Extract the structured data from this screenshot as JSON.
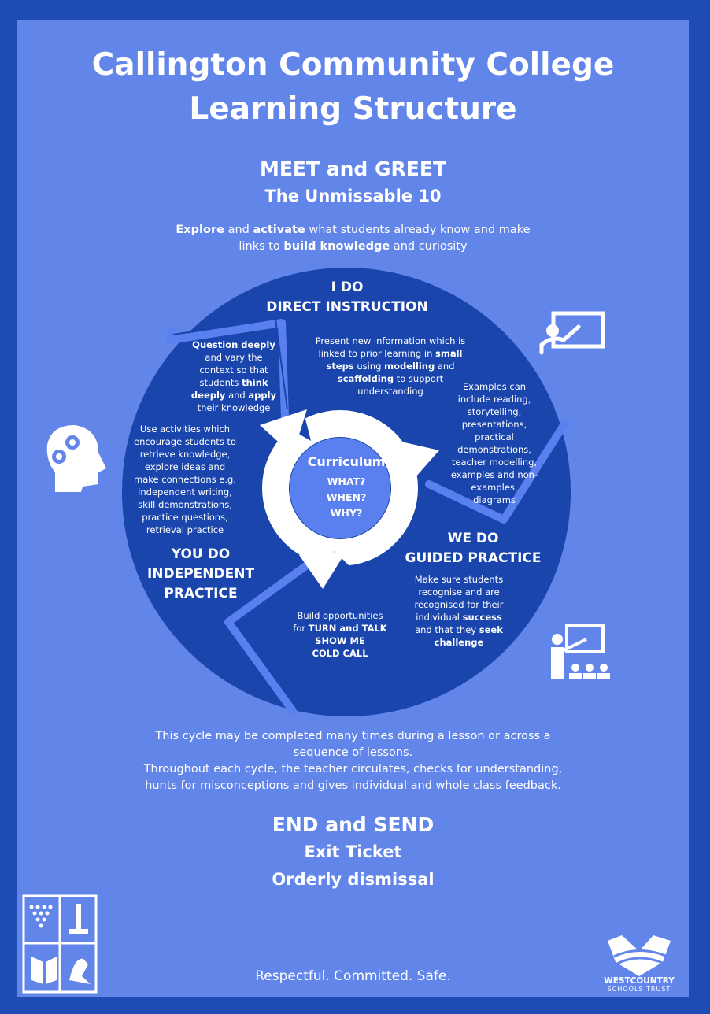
{
  "header": {
    "title_line1": "Callington Community College",
    "title_line2": "Learning Structure"
  },
  "meet": {
    "heading": "MEET and GREET",
    "sub": "The Unmissable 10"
  },
  "explore": {
    "line1_b1": "Explore",
    "line1_t1": " and ",
    "line1_b2": "activate",
    "line1_t2": " what students already know and make",
    "line2_t1": "links to ",
    "line2_b1": "build knowledge",
    "line2_t2": " and curiosity"
  },
  "ido": {
    "label1": "I DO",
    "label2": "DIRECT INSTRUCTION",
    "l1": "Present new information which is",
    "l2a": "linked to prior learning in ",
    "l2b": "small",
    "l3a": "steps",
    "l3b": " using ",
    "l3c": "modelling",
    "l3d": " and",
    "l4a": "scaffolding",
    "l4b": " to support",
    "l5": "understanding"
  },
  "examples": {
    "lines": [
      "Examples can",
      "include  reading,",
      "storytelling,",
      "presentations,",
      "practical",
      "demonstrations,",
      "teacher modelling,",
      "examples and non-",
      "examples,",
      "diagrams"
    ]
  },
  "question": {
    "l1": "Question deeply",
    "l2": "and vary the",
    "l3": "context so that",
    "l4a": "students ",
    "l4b": "think",
    "l5a": "deeply",
    "l5b": " and ",
    "l5c": "apply",
    "l6": "their knowledge"
  },
  "activities": {
    "lines": [
      "Use activities which",
      "encourage students to",
      "retrieve knowledge,",
      "explore ideas and",
      "make connections e.g.",
      "independent writing,",
      "skill demonstrations,",
      "practice questions,",
      "retrieval practice"
    ]
  },
  "curriculum": {
    "title": "Curriculum",
    "q1": "WHAT?",
    "q2": "WHEN?",
    "q3": "WHY?"
  },
  "youdo": {
    "l1": "YOU DO",
    "l2": "INDEPENDENT",
    "l3": "PRACTICE"
  },
  "wedo": {
    "label1": "WE DO",
    "label2": "GUIDED PRACTICE",
    "l1": "Make sure students",
    "l2": "recognise and are",
    "l3": "recognised for their",
    "l4a": "individual ",
    "l4b": "success",
    "l5a": "and that they ",
    "l5b": "seek",
    "l6": "challenge"
  },
  "build": {
    "l1": "Build opportunities",
    "l2a": "for ",
    "l2b": "TURN and TALK",
    "l3": "SHOW ME",
    "l4": "COLD CALL"
  },
  "cycle_note": {
    "l1": "This cycle may be completed many times during a lesson or across a",
    "l2": "sequence of lessons.",
    "l3": "Throughout each cycle, the teacher circulates, checks for understanding,",
    "l4": "hunts for misconceptions and gives individual and whole class feedback."
  },
  "end": {
    "heading": "END and SEND",
    "l1": "Exit Ticket",
    "l2": "Orderly dismissal"
  },
  "footer": {
    "motto": "Respectful.  Committed. Safe.",
    "trust1": "WESTCOUNTRY",
    "trust2": "SCHOOLS TRUST"
  },
  "colors": {
    "border": "#1f4bb5",
    "panel": "#6285ea",
    "disc": "#1a45ad",
    "accent": "#5a80f0",
    "text": "#ffffff"
  },
  "icons": [
    "teacher-board-icon",
    "head-gears-icon",
    "teacher-class-icon",
    "college-crest-icon",
    "westcountry-logo-icon"
  ]
}
